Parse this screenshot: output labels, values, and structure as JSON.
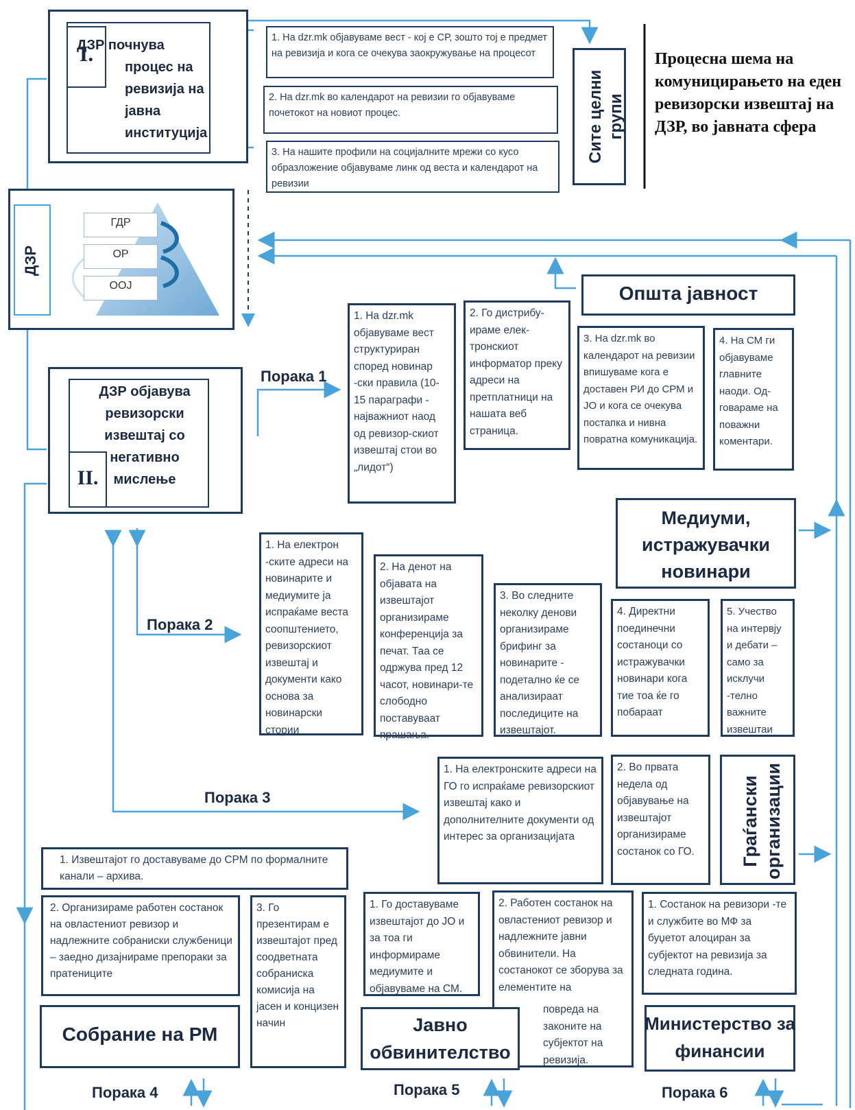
{
  "title": "Процесна шема на комуницирањето на еден ревизорски извештај на ДЗР, во јавната сфера",
  "phase1": {
    "roman": "I.",
    "label": "ДЗР почнува процес на ревизија на јавна институција",
    "step1": "1. На dzr.mk објавуваме вест - кој е СР, зошто тој е предмет на ревизија и кога се очекува заокружување на процесот",
    "step2": "2. На dzr.mk во календарот на ревизии го објавуваме почетокот на новиот процес.",
    "step3": "3. На нашите профили на социјалните мрежи со кусо образложение објавуваме линк од веста и календарот на ревизии",
    "audience": "Сите целни групи"
  },
  "dzr": {
    "label": "ДЗР",
    "levels": [
      "ГДР",
      "ОР",
      "ООЈ"
    ]
  },
  "public": {
    "label": "Општа јавност",
    "step1": "1. На dzr.mk објавуваме вест структуриран според новинар -ски правила (10-15 параграфи - најважниот наод од ревизор-скиот извештај стои во „лидот“)",
    "step2": "2. Го дистрибу-ираме елек-тронскиот информатор преку адреси на претплатници на нашата веб страница.",
    "step3": "3. На dzr.mk во календарот на ревизии впишуваме кога е доставен РИ до СРМ и ЈО и кога се очекува постапка и нивна повратна комуникација.",
    "step4": "4. На СМ ги објавуваме главните наоди. Од-говараме на поважни коментари."
  },
  "phase2": {
    "roman": "II.",
    "label": "ДЗР објавува ревизорски извештај со негативно мислење"
  },
  "messages": {
    "m1": "Порака 1",
    "m2": "Порака 2",
    "m3": "Порака 3",
    "m4": "Порака 4",
    "m5": "Порака 5",
    "m6": "Порака 6"
  },
  "media": {
    "label": "Медиуми, истражувачки новинари",
    "step1": "1. На електрон -ските адреси на новинарите и медиумите ја испраќаме веста соопштението, ревизорскиот извештај и документи како основа за новинарски стории",
    "step2": "2. На денот на објавата на извештајот организираме конференција за печат. Таа се одржува пред 12 часот, новинари-те слободно поставуваат прашања.",
    "step3": "3. Во следните неколку денови организираме брифинг за новинарите - подетално ќе се анализираат последиците на извештајот.",
    "step4": "4. Директни поединечни состаноци со истражувачки новинари кога тие тоа ќе го побараат",
    "step5": "5. Учество на интервју и дебати – само за исклучи -телно важните извештаи"
  },
  "civil": {
    "label": "Граѓански организации",
    "step1": "1. На електронските адреси на ГО го испраќаме ревизорскиот извештај како и дополнителните документи од интерес за организацијата",
    "step2": "2. Во првата недела од објавување на извештајот организираме состанок со ГО."
  },
  "parliament": {
    "label": "Собрание на РМ",
    "step1": "1. Извештајот го доставуваме до СРМ по формалните канали – архива.",
    "step2": "2. Организираме работен состанок на овластениот ревизор и надлежните собраниски службеници – заедно дизајнираме препораки за пратениците",
    "step3": "3. Го презентирам е извештајот пред соодветната собраниска комисија на јасен и концизен начин"
  },
  "prosecution": {
    "label": "Јавно обвинителство",
    "step1": "1. Го доставуваме извештајот до ЈО и за тоа ги информираме медиумите и објавуваме на СМ.",
    "step2a": "2. Работен состанок на овластениот ревизор и надлежните јавни обвинители. На состанокот се зборува за елементите на",
    "step2b": "повреда на законите на субјектот на ревизија."
  },
  "finance": {
    "label": "Министерство за финансии",
    "step1": "1. Состанок на ревизори -те и службите во МФ за буџетот алоциран за субјектот на ревизија за следната година."
  },
  "colors": {
    "line": "#4aa3d8",
    "border": "#1e3a5c",
    "triangle": "#7fb5dd"
  }
}
